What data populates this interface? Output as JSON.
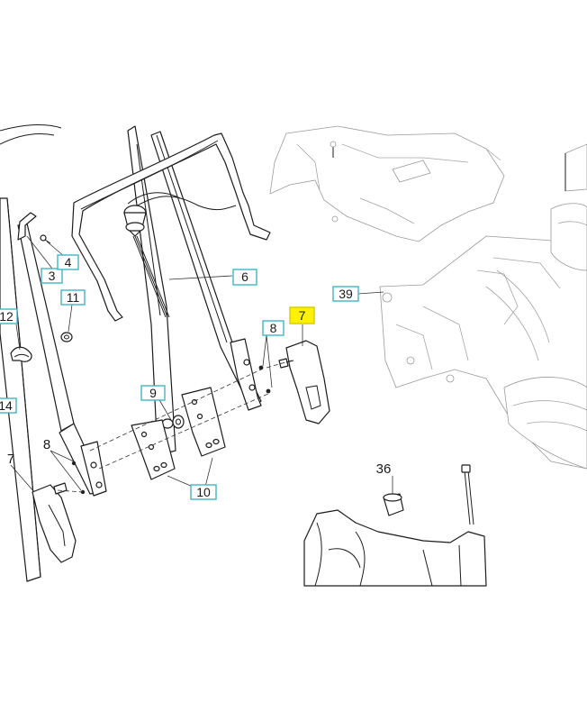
{
  "diagram": {
    "callouts": [
      {
        "id": "c3",
        "label": "3",
        "style": "box"
      },
      {
        "id": "c4",
        "label": "4",
        "style": "box"
      },
      {
        "id": "c6",
        "label": "6",
        "style": "box"
      },
      {
        "id": "c7-highlight",
        "label": "7",
        "style": "highlight"
      },
      {
        "id": "c7-plain",
        "label": "7",
        "style": "plain"
      },
      {
        "id": "c8-right",
        "label": "8",
        "style": "box"
      },
      {
        "id": "c8-left",
        "label": "8",
        "style": "plain"
      },
      {
        "id": "c9",
        "label": "9",
        "style": "box"
      },
      {
        "id": "c10",
        "label": "10",
        "style": "box"
      },
      {
        "id": "c11",
        "label": "11",
        "style": "box"
      },
      {
        "id": "c12",
        "label": "12",
        "style": "box"
      },
      {
        "id": "c14",
        "label": "14",
        "style": "box"
      },
      {
        "id": "c36",
        "label": "36",
        "style": "plain"
      },
      {
        "id": "c39",
        "label": "39",
        "style": "box"
      }
    ]
  }
}
